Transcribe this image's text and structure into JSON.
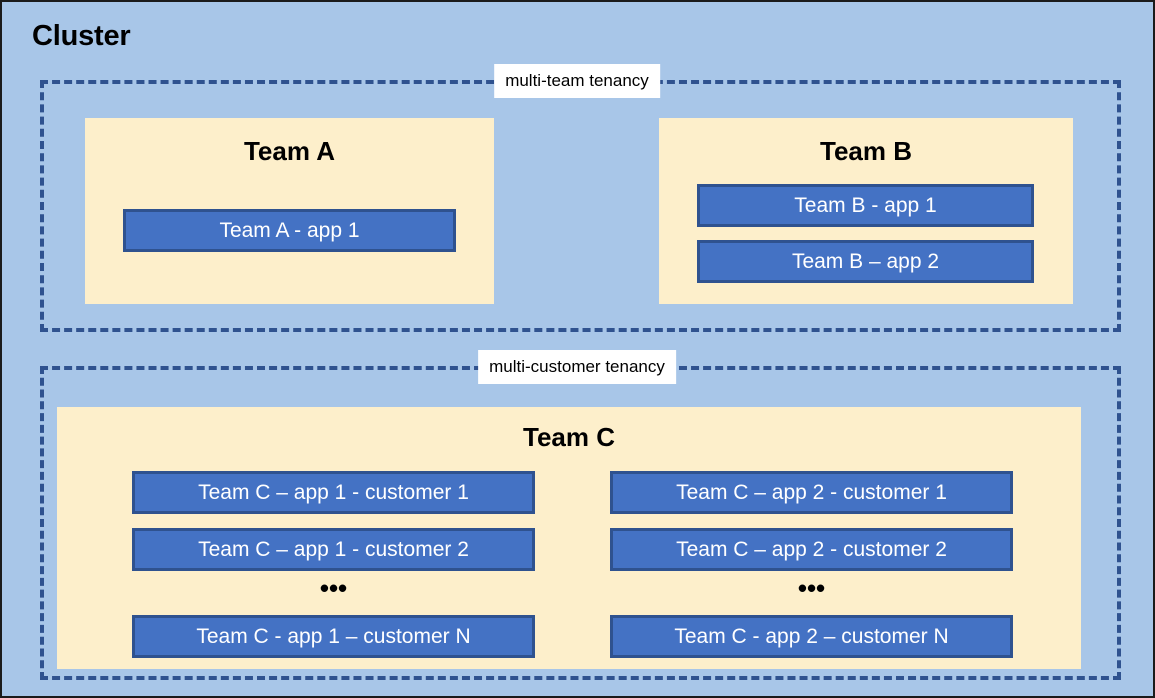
{
  "diagram": {
    "title": "Cluster",
    "colors": {
      "canvas_background": "#A8C6E8",
      "group_border": "#2F528F",
      "team_panel_fill": "#FDEFCB",
      "app_box_fill": "#4472C4",
      "app_box_border": "#2F528F",
      "app_box_text": "#FFFFFF",
      "label_chip_fill": "#FFFFFF",
      "title_text": "#000000"
    },
    "groups": [
      {
        "id": "multi-team",
        "label": "multi-team tenancy",
        "teams": [
          {
            "id": "team-a",
            "title": "Team A",
            "apps": [
              {
                "id": "team-a-app-1",
                "label": "Team A - app 1"
              }
            ]
          },
          {
            "id": "team-b",
            "title": "Team B",
            "apps": [
              {
                "id": "team-b-app-1",
                "label": "Team B - app 1"
              },
              {
                "id": "team-b-app-2",
                "label": "Team B – app 2"
              }
            ]
          }
        ]
      },
      {
        "id": "multi-customer",
        "label": "multi-customer tenancy",
        "teams": [
          {
            "id": "team-c",
            "title": "Team C",
            "columns": [
              {
                "id": "team-c-app-1",
                "apps": [
                  {
                    "id": "team-c-app1-cust1",
                    "label": "Team C – app 1 - customer 1"
                  },
                  {
                    "id": "team-c-app1-cust2",
                    "label": "Team C – app 1 - customer 2"
                  },
                  {
                    "id": "team-c-app1-custN",
                    "label": "Team C - app 1 – customer N"
                  }
                ],
                "ellipsis": "•••"
              },
              {
                "id": "team-c-app-2",
                "apps": [
                  {
                    "id": "team-c-app2-cust1",
                    "label": "Team C – app 2 - customer 1"
                  },
                  {
                    "id": "team-c-app2-cust2",
                    "label": "Team C – app 2 - customer 2"
                  },
                  {
                    "id": "team-c-app2-custN",
                    "label": "Team C - app 2 – customer N"
                  }
                ],
                "ellipsis": "•••"
              }
            ]
          }
        ]
      }
    ]
  }
}
